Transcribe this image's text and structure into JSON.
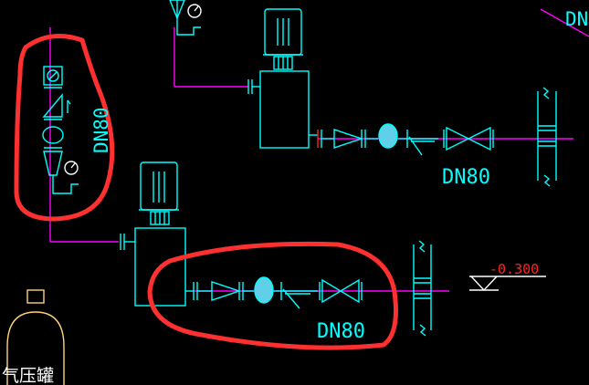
{
  "labels": {
    "dn_vertical": "DN80",
    "dn_upper": "DN80",
    "dn_lower": "DN80",
    "dn_corner": "DN",
    "elevation": "-0.300",
    "tank": "气压罐"
  },
  "colors": {
    "pipe": "#00ffff",
    "branch": "#ff00ff",
    "gauge": "#ffffff",
    "annotation_red": "#ff2222",
    "highlight": "#ff3030",
    "tank": "#ffd27a"
  }
}
